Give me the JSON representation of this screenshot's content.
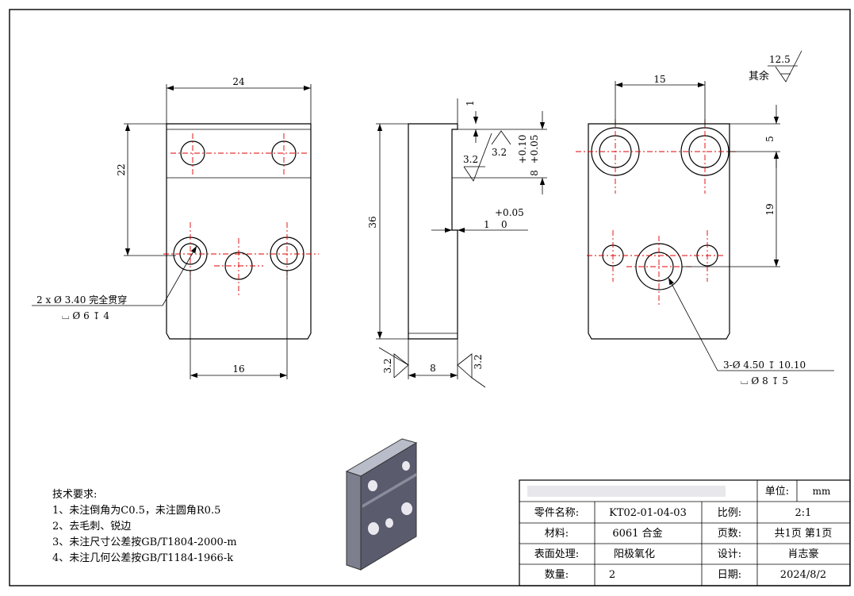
{
  "colors": {
    "line": "#000000",
    "centerline": "#e00000",
    "part_face": "#5b5b6e",
    "part_top": "#b9bdc9"
  },
  "front_view": {
    "dim_width": "24",
    "dim_height": "22",
    "dim_bottom": "16",
    "hole_callout_line1": "2 x Ø 3.40 完全贯穿",
    "hole_callout_line2": "⌴ Ø 6 ↧ 4"
  },
  "side_view": {
    "dim_height": "36",
    "dim_top": "1",
    "dim_width": "8",
    "tol_upper": "+0.10",
    "tol_lower": "+0.05",
    "dim_slot": "8",
    "dim_step": "1",
    "dim_step_zero": "0",
    "dim_step_tol": "+0.05",
    "rough_values": [
      "3.2",
      "3.2",
      "3.2",
      "3.2"
    ]
  },
  "right_view": {
    "dim_width": "15",
    "dim_top": "5",
    "dim_height": "19",
    "hole_callout_line1": "3-Ø 4.50 ↧ 10.10",
    "hole_callout_line2": "⌴ Ø 8 ↧ 5",
    "rough_label": "其余",
    "rough_value": "12.5"
  },
  "notes": {
    "title": "技术要求:",
    "items": [
      "1、未注倒角为C0.5，未注圆角R0.5",
      "2、去毛刺、锐边",
      "3、未注尺寸公差按GB/T1804-2000-m",
      "4、未注几何公差按GB/T1184-1966-k"
    ]
  },
  "title_block": {
    "unit_label": "单位:",
    "unit_value": "mm",
    "part_name_label": "零件名称:",
    "part_name_value": "KT02-01-04-03",
    "scale_label": "比例:",
    "scale_value": "2:1",
    "material_label": "材料:",
    "material_value": "6061 合金",
    "pages_label": "页数:",
    "pages_value": "共1页 第1页",
    "surface_label": "表面处理:",
    "surface_value": "阳极氧化",
    "design_label": "设计:",
    "design_value": "肖志豪",
    "qty_label": "数量:",
    "qty_value": "2",
    "date_label": "日期:",
    "date_value": "2024/8/2"
  }
}
